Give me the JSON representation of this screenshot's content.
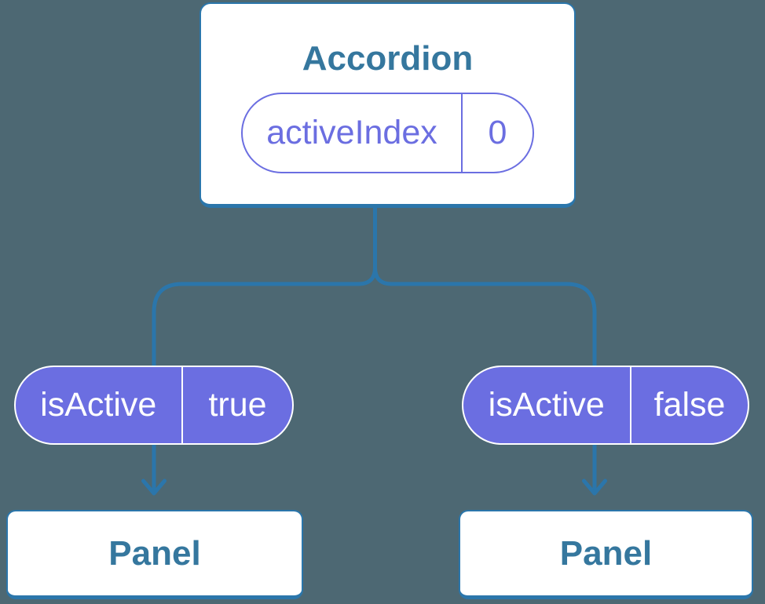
{
  "diagram": {
    "root": {
      "title": "Accordion",
      "state": {
        "name": "activeIndex",
        "value": "0"
      }
    },
    "children": [
      {
        "prop": {
          "name": "isActive",
          "value": "true"
        },
        "title": "Panel"
      },
      {
        "prop": {
          "name": "isActive",
          "value": "false"
        },
        "title": "Panel"
      }
    ],
    "colors": {
      "background": "#4D6873",
      "connector_blue": "#2B76AB",
      "node_title_blue": "#35779E",
      "state_purple": "#6B6EE1",
      "node_fill": "#FFFFFF",
      "prop_text": "#FFFFFF"
    }
  }
}
